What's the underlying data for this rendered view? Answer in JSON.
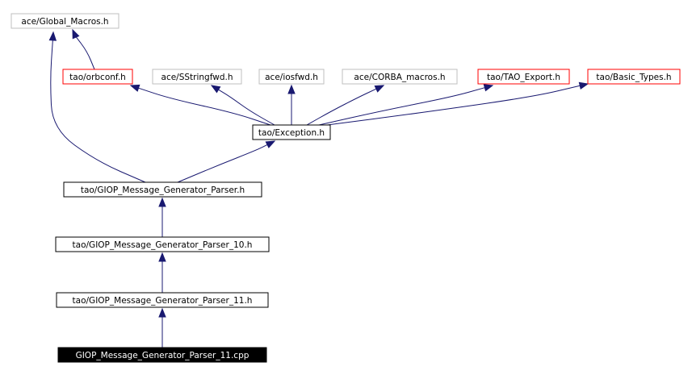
{
  "colors": {
    "edge": "#191970",
    "box_default": "#000000",
    "box_missing": "#bfbfbf",
    "box_undocumented": "#ff0000",
    "box_root_fill": "#000000",
    "text_default": "#000000",
    "text_root": "#ffffff"
  },
  "nodes": {
    "global_macros": {
      "label": "ace/Global_Macros.h",
      "style": "missing"
    },
    "orbconf": {
      "label": "tao/orbconf.h",
      "style": "undocumented"
    },
    "sstringfwd": {
      "label": "ace/SStringfwd.h",
      "style": "missing"
    },
    "iosfwd": {
      "label": "ace/iosfwd.h",
      "style": "missing"
    },
    "corba_macros": {
      "label": "ace/CORBA_macros.h",
      "style": "missing"
    },
    "tao_export": {
      "label": "tao/TAO_Export.h",
      "style": "undocumented"
    },
    "basic_types": {
      "label": "tao/Basic_Types.h",
      "style": "undocumented"
    },
    "exception": {
      "label": "tao/Exception.h",
      "style": "default"
    },
    "gmgp": {
      "label": "tao/GIOP_Message_Generator_Parser.h",
      "style": "default"
    },
    "gmgp10": {
      "label": "tao/GIOP_Message_Generator_Parser_10.h",
      "style": "default"
    },
    "gmgp11": {
      "label": "tao/GIOP_Message_Generator_Parser_11.h",
      "style": "default"
    },
    "root_cpp": {
      "label": "GIOP_Message_Generator_Parser_11.cpp",
      "style": "root"
    }
  },
  "edges": [
    {
      "from": "orbconf",
      "to": "global_macros"
    },
    {
      "from": "exception",
      "to": "orbconf"
    },
    {
      "from": "exception",
      "to": "sstringfwd"
    },
    {
      "from": "exception",
      "to": "iosfwd"
    },
    {
      "from": "exception",
      "to": "corba_macros"
    },
    {
      "from": "exception",
      "to": "tao_export"
    },
    {
      "from": "exception",
      "to": "basic_types"
    },
    {
      "from": "gmgp",
      "to": "global_macros"
    },
    {
      "from": "gmgp",
      "to": "exception"
    },
    {
      "from": "gmgp10",
      "to": "gmgp"
    },
    {
      "from": "gmgp11",
      "to": "gmgp10"
    },
    {
      "from": "root_cpp",
      "to": "gmgp11"
    }
  ]
}
